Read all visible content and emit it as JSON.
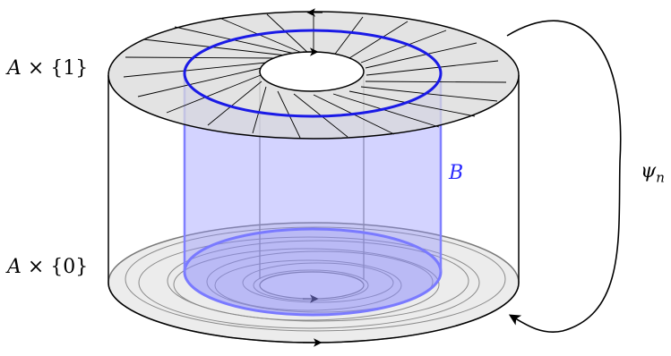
{
  "labels": {
    "top_disk": "A × {1}",
    "bottom_disk": "A × {0}",
    "inner_cylinder": "B",
    "map_symbol": "ψ",
    "map_subscript": "n"
  },
  "colors": {
    "outline": "#000000",
    "blue_edge": "#1a1ae6",
    "blue_fill": "#8c8cff",
    "disk_fill": "#d9d9d9",
    "bottom_fill": "#ececec",
    "spiral": "#7a7a7a",
    "label_b": "#2b2bff"
  }
}
